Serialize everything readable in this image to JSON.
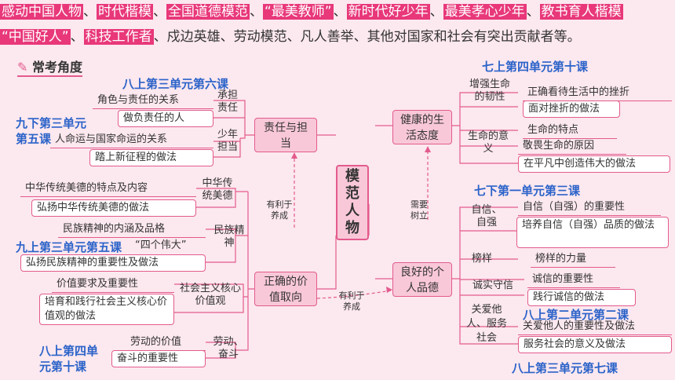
{
  "intro": {
    "line1": [
      "感动中国人物",
      "时代楷模",
      "全国道德模范",
      "“最美教师”",
      "新时代好少年",
      "最美孝心少年",
      "教书育人楷模"
    ],
    "line2_hl": [
      "“中国好人”",
      "科技工作者"
    ],
    "line2_rest": "、戍边英雄、劳动模范、凡人善举、其他对国家和社会有突出贡献者等。"
  },
  "section_title": "常考角度",
  "center": "模范人物",
  "hubs": {
    "responsibility": "责任与担当",
    "values": "正确的价值取向",
    "health": "健康的生活态度",
    "character": "良好的个人品德"
  },
  "connectors": {
    "top_left": "有利于养成",
    "bottom_mid": "有利于养成",
    "top_right": "需要树立"
  },
  "left": {
    "resp_tag": "八上第三单元第六课",
    "fate_tag1": "九下第三单元",
    "fate_tag2": "第五课",
    "mid_resp": "承担责任",
    "mid_youth": "少年担当",
    "role": "角色与责任的关系",
    "duty": "做负责任的人",
    "fate": "人命运与国家命运的关系",
    "journey": "踏上新征程的做法",
    "mid_virtue": "中华传统美德",
    "virtue1": "中华传统美德的特点及内容",
    "virtue2": "弘扬中华传统美德的做法",
    "mid_spirit": "民族精神",
    "spirit1": "民族精神的内涵及品格",
    "spirit_tag": "九上第三单元第五课",
    "spirit_four": "“四个伟大”",
    "spirit2": "弘扬民族精神的重要性及做法",
    "mid_core": "社会主义核心价值观",
    "core1": "价值要求及重要性",
    "core2": "培育和践行社会主义核心价值观的做法",
    "labor_tag1": "八上第四单",
    "labor_tag2": "元第十课",
    "mid_labor": "劳动、奋斗",
    "labor1": "劳动的价值",
    "labor2": "奋斗的重要性"
  },
  "right": {
    "life_tag": "七上第四单元第十课",
    "mid_tough": "增强生命的韧性",
    "tough1": "正确看待生活中的挫折",
    "tough2": "面对挫折的做法",
    "mid_meaning": "生命的意义",
    "mean1": "生命的特点",
    "mean2": "敬畏生命的原因",
    "mean3": "在平凡中创造伟大的做法",
    "conf_tag": "七下第一单元第三课",
    "mid_conf": "自信、自强",
    "conf1": "自信（自强）的重要性",
    "conf2": "培养自信（自强）品质的做法",
    "mid_model": "榜样",
    "model1": "榜样的力量",
    "mid_honest": "诚实守信",
    "honest1": "诚信的重要性",
    "honest2": "践行诚信的做法",
    "honest_tag": "八上第二单元第二课",
    "mid_care": "关爱他人、服务社会",
    "care1": "关爱他人的重要性及做法",
    "care2": "服务社会的意义及做法",
    "care_tag": "八上第三单元第七课"
  }
}
